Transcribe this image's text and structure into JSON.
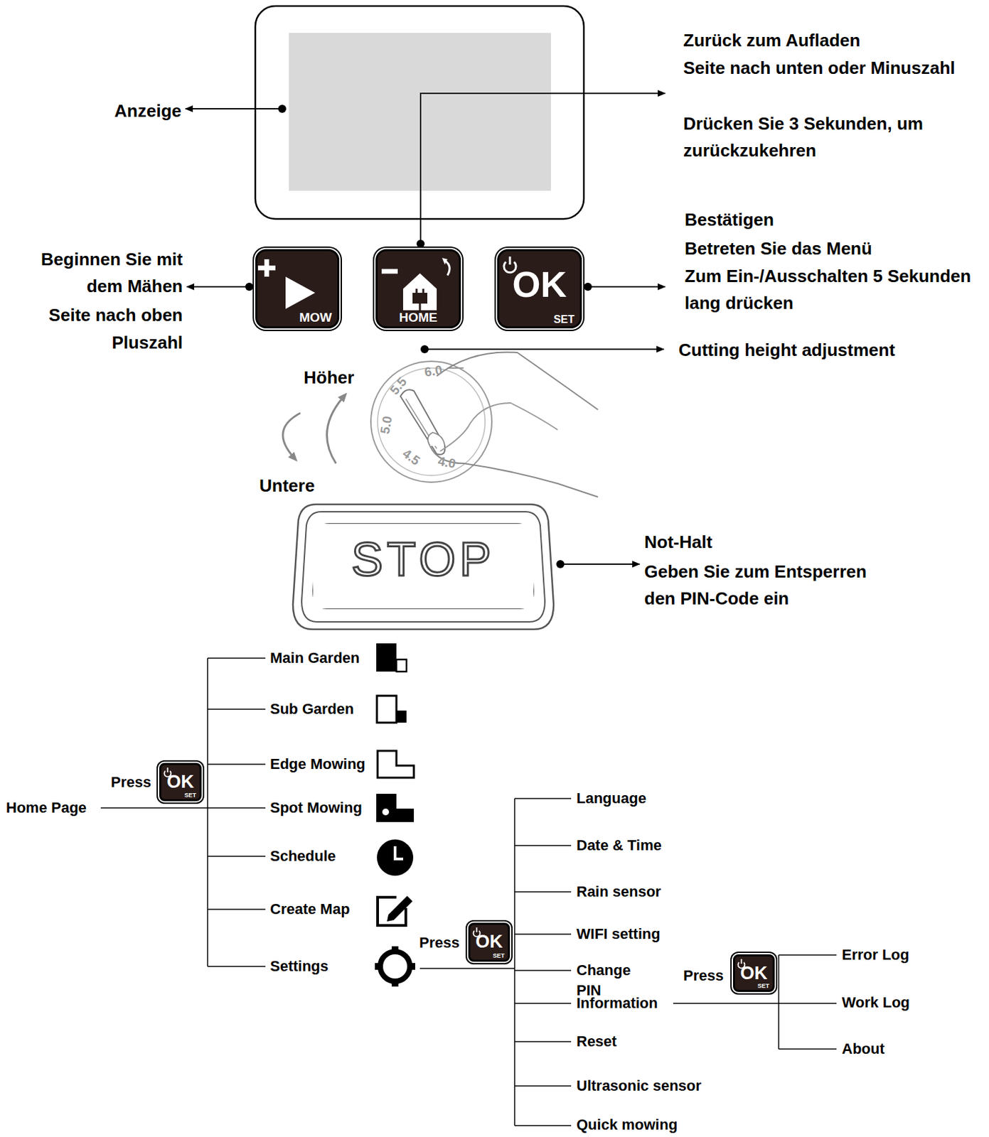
{
  "diagram": {
    "nodes": [
      {
        "text": [
          "MOW"
        ]
      },
      {
        "text": [
          "HOME"
        ]
      },
      {
        "text": [
          "OK",
          "SET"
        ]
      },
      {
        "text": [
          "STOP"
        ]
      },
      {
        "text": [
          "OK",
          "SET"
        ]
      },
      {
        "text": [
          "OK",
          "SET"
        ]
      },
      {
        "text": [
          "OK",
          "SET"
        ]
      }
    ],
    "labels": [
      "Anzeige",
      "Zurück zum Aufladen",
      "Seite nach unten oder Minuszahl",
      "Drücken Sie 3 Sekunden, um zurückzukehren",
      "Bestätigen",
      "Betreten Sie das Menü",
      "Zum Ein-/Ausschalten 5 Sekunden lang drücken",
      "Beginnen Sie mit dem Mähen",
      "Seite nach oben",
      "Pluszahl",
      "Cutting height adjustment",
      "Höher",
      "Untere",
      "6.0",
      "5.5",
      "5.0",
      "4.5",
      "4.0",
      "Not-Halt",
      "Geben Sie zum Entsperren den PIN-Code ein",
      "Home Page",
      "Press",
      "Main Garden",
      "Sub Garden",
      "Edge Mowing",
      "Spot Mowing",
      "Schedule",
      "Create Map",
      "Settings",
      "Press",
      "Language",
      "Date & Time",
      "Rain sensor",
      "WIFI setting",
      "Change PIN",
      "Information",
      "Reset",
      "Ultrasonic sensor",
      "Quick mowing",
      "Press",
      "Error Log",
      "Work Log",
      "About"
    ]
  }
}
